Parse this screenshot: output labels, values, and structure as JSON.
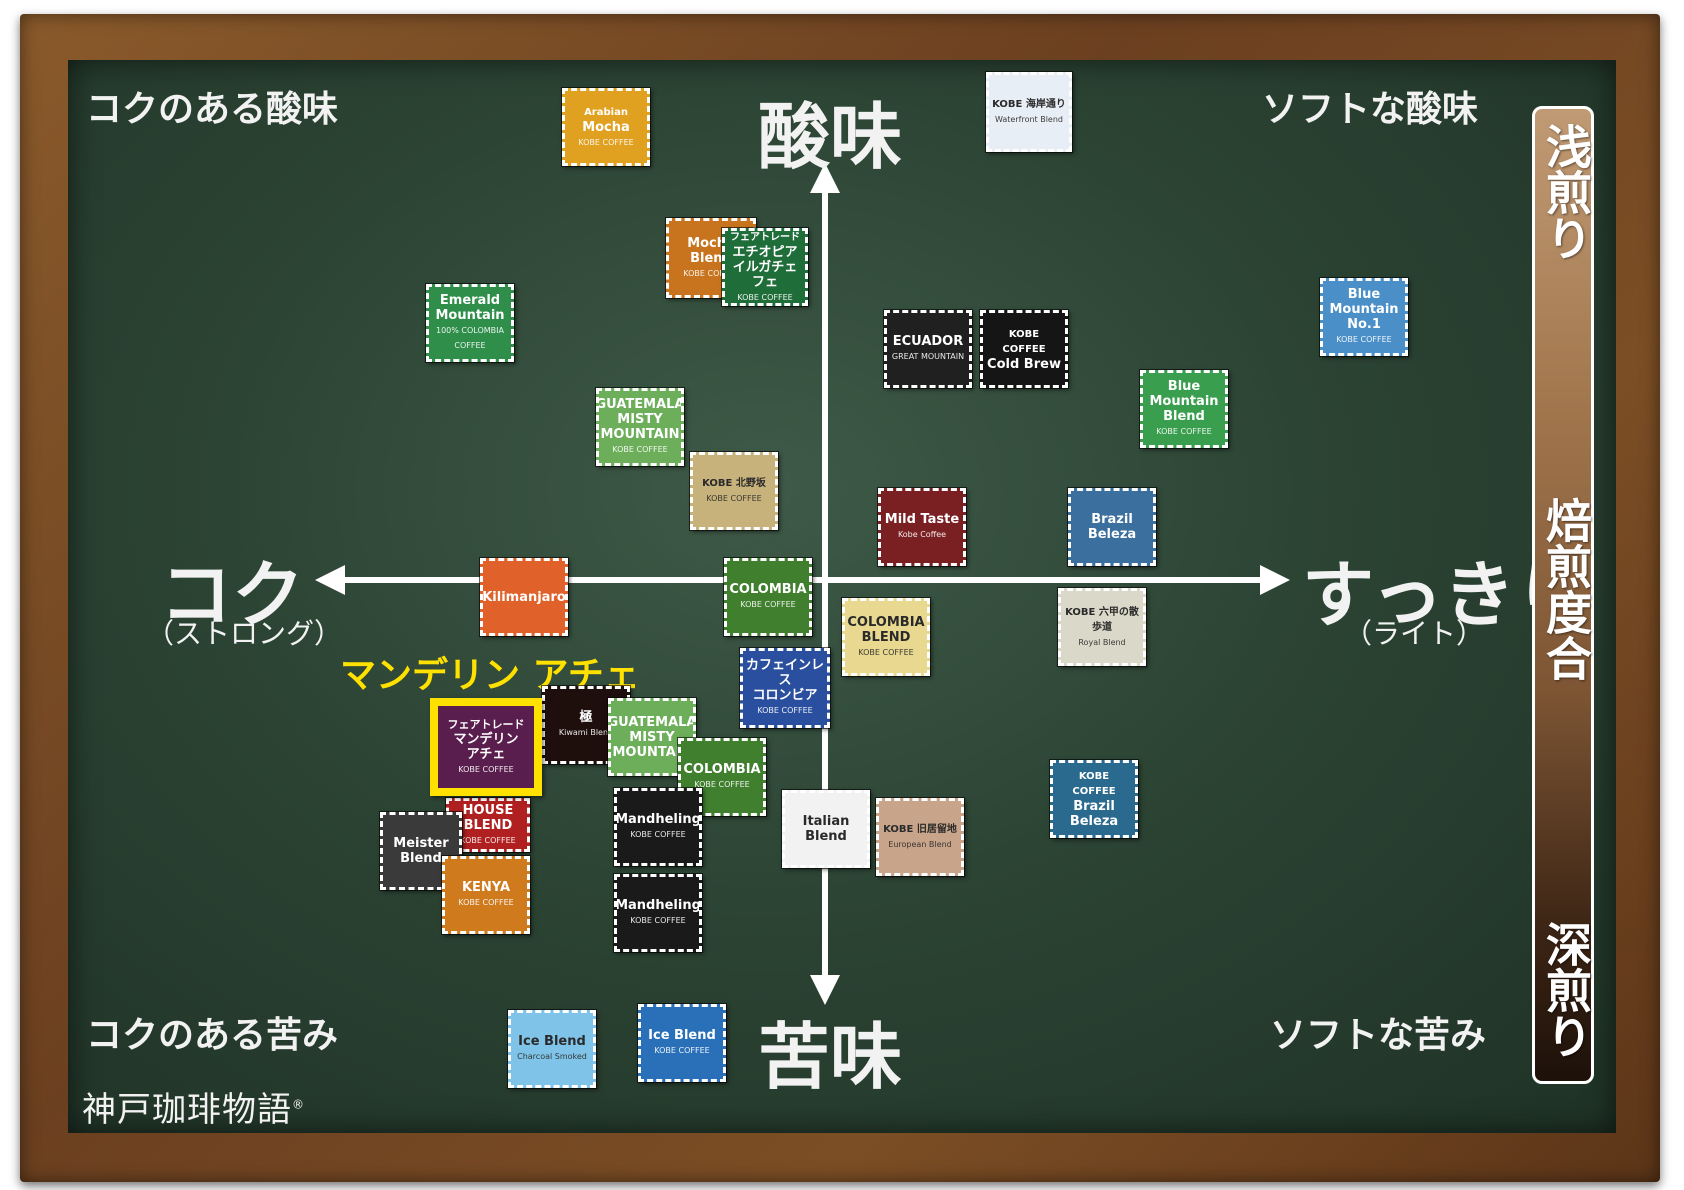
{
  "corners": {
    "top_left": "コクのある酸味",
    "top_right": "ソフトな酸味",
    "bottom_left": "コクのある苦み",
    "bottom_right": "ソフトな苦み"
  },
  "axes": {
    "top": "酸味",
    "bottom": "苦味",
    "left": "コク",
    "left_sub": "（ストロング）",
    "right": "すっきり",
    "right_sub": "（ライト）"
  },
  "roast": {
    "top": "浅煎り",
    "middle": "焙煎度合",
    "bottom": "深煎り"
  },
  "highlight": {
    "label": "マンデリン アチェ",
    "tile_top": "フェアトレード",
    "tile_name": "マンデリン\nアチェ",
    "tile_brand": "KOBE COFFEE"
  },
  "brand": {
    "logo": "神戸珈琲物語",
    "mark": "®"
  },
  "products": [
    {
      "id": "arabian-mocha",
      "top": "Arabian",
      "name": "Mocha",
      "sub": "KOBE COFFEE",
      "bg": "#e0a020"
    },
    {
      "id": "kaiganndori",
      "top": "KOBE 海岸通り",
      "name": "",
      "sub": "Waterfront Blend",
      "bg": "#e8eef5"
    },
    {
      "id": "mocha-blend",
      "top": "",
      "name": "Mocha Blend",
      "sub": "KOBE COFFEE",
      "bg": "#c8741e"
    },
    {
      "id": "ethiopia",
      "top": "フェアトレード",
      "name": "エチオピア\nイルガチェフェ",
      "sub": "KOBE COFFEE",
      "bg": "#1f6e3a"
    },
    {
      "id": "emerald-mountain",
      "top": "",
      "name": "Emerald\nMountain",
      "sub": "100% COLOMBIA COFFEE",
      "bg": "#2e8e4a"
    },
    {
      "id": "blue-mountain-no1",
      "top": "",
      "name": "Blue\nMountain\nNo.1",
      "sub": "KOBE COFFEE",
      "bg": "#4a8fc8"
    },
    {
      "id": "ecuador",
      "top": "",
      "name": "ECUADOR",
      "sub": "GREAT MOUNTAIN",
      "bg": "#202020"
    },
    {
      "id": "cold-brew",
      "top": "KOBE COFFEE",
      "name": "Cold Brew",
      "sub": "",
      "bg": "#151515"
    },
    {
      "id": "blue-mountain-blend",
      "top": "",
      "name": "Blue Mountain\nBlend",
      "sub": "KOBE COFFEE",
      "bg": "#3a9e4f"
    },
    {
      "id": "guatemala-misty",
      "top": "",
      "name": "GUATEMALA\nMISTY MOUNTAIN",
      "sub": "KOBE COFFEE",
      "bg": "#6cae5a"
    },
    {
      "id": "kitano",
      "top": "KOBE 北野坂",
      "name": "",
      "sub": "KOBE COFFEE",
      "bg": "#c8b27c"
    },
    {
      "id": "mild-taste",
      "top": "",
      "name": "Mild Taste",
      "sub": "Kobe Coffee",
      "bg": "#7a1f22"
    },
    {
      "id": "brazil-beleza",
      "top": "",
      "name": "Brazil Beleza",
      "sub": "",
      "bg": "#3a6f9e"
    },
    {
      "id": "kilimanjaro",
      "top": "",
      "name": "Kilimanjaro",
      "sub": "",
      "bg": "#e0622a"
    },
    {
      "id": "colombia",
      "top": "",
      "name": "COLOMBIA",
      "sub": "KOBE COFFEE",
      "bg": "#3f7f2e"
    },
    {
      "id": "colombia-blend",
      "top": "",
      "name": "COLOMBIA\nBLEND",
      "sub": "KOBE COFFEE",
      "bg": "#e8d890"
    },
    {
      "id": "rokko",
      "top": "KOBE 六甲の散歩道",
      "name": "",
      "sub": "Royal Blend",
      "bg": "#dad8c8"
    },
    {
      "id": "decaf",
      "top": "",
      "name": "カフェインレス\nコロンビア",
      "sub": "KOBE COFFEE",
      "bg": "#2a4f9e"
    },
    {
      "id": "kiwami",
      "top": "",
      "name": "極",
      "sub": "Kiwami Blend",
      "bg": "#1e0f0c"
    },
    {
      "id": "guatemala-charcoal",
      "top": "",
      "name": "GUATEMALA\nMISTY MOUNTAIN",
      "sub": "",
      "bg": "#6cae5a"
    },
    {
      "id": "colombia-charcoal",
      "top": "",
      "name": "COLOMBIA",
      "sub": "KOBE COFFEE",
      "bg": "#3f7f2e"
    },
    {
      "id": "house-blend",
      "top": "",
      "name": "HOUSE\nBLEND",
      "sub": "KOBE COFFEE",
      "bg": "#b02020"
    },
    {
      "id": "meister-blend",
      "top": "",
      "name": "Meister Blend",
      "sub": "",
      "bg": "#3a3a3a"
    },
    {
      "id": "kenya",
      "top": "",
      "name": "KENYA",
      "sub": "KOBE COFFEE",
      "bg": "#d07a1e"
    },
    {
      "id": "mandheling",
      "top": "",
      "name": "Mandheling",
      "sub": "KOBE COFFEE",
      "bg": "#1a1a1a"
    },
    {
      "id": "mandheling-charcoal",
      "top": "",
      "name": "Mandheling",
      "sub": "KOBE COFFEE",
      "bg": "#1a1a1a"
    },
    {
      "id": "italian-blend",
      "top": "",
      "name": "Italian\nBlend",
      "sub": "",
      "bg": "#f2f2f2"
    },
    {
      "id": "ijinkan",
      "top": "KOBE 旧居留地",
      "name": "",
      "sub": "European Blend",
      "bg": "#c8a48a"
    },
    {
      "id": "brazil-beleza-charcoal",
      "top": "KOBE COFFEE",
      "name": "Brazil Beleza",
      "sub": "",
      "bg": "#2a6a8e"
    },
    {
      "id": "ice-blend-charcoal",
      "top": "",
      "name": "Ice Blend",
      "sub": "Charcoal Smoked",
      "bg": "#7fc4e8"
    },
    {
      "id": "ice-blend",
      "top": "",
      "name": "Ice Blend",
      "sub": "KOBE COFFEE",
      "bg": "#2a70b8"
    }
  ]
}
